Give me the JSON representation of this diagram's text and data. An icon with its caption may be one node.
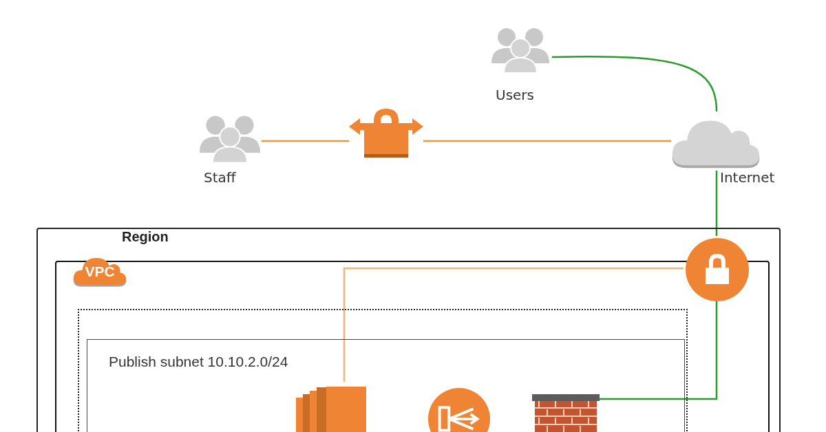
{
  "diagram": {
    "nodes": [
      {
        "text": [
          "Users"
        ]
      },
      {
        "text": [
          "Staff"
        ]
      },
      {
        "text": [],
        "shape": "padlock"
      },
      {
        "text": [
          "Internet"
        ]
      },
      {
        "text": [
          "Region"
        ]
      },
      {
        "text": [
          "VPC"
        ],
        "in": 4
      },
      {
        "text": [],
        "shape": "box",
        "in": 5
      },
      {
        "text": [
          "Publish subnet 10.10.2.0/24"
        ],
        "in": 6
      },
      {
        "text": [],
        "shape": "circle",
        "in": 4
      },
      {
        "text": [],
        "shape": "server",
        "in": 7
      },
      {
        "text": [],
        "shape": "circle",
        "in": 7
      },
      {
        "text": [],
        "shape": "wall",
        "in": 7
      }
    ],
    "edges": [
      {
        "from": 0,
        "to": 3,
        "arrow": "none",
        "color": "#2a9a2a"
      },
      {
        "from": 1,
        "to": 2,
        "arrow": "none",
        "color": "#f0953a"
      },
      {
        "from": 2,
        "to": 3,
        "arrow": "none",
        "color": "#f0953a"
      },
      {
        "from": 3,
        "to": 8,
        "arrow": "none",
        "color": "#2a9a2a"
      },
      {
        "from": 8,
        "to": 9,
        "arrow": "none",
        "color": "#f5b57a"
      },
      {
        "from": 8,
        "to": 11,
        "arrow": "none",
        "color": "#2a9a2a"
      }
    ]
  }
}
